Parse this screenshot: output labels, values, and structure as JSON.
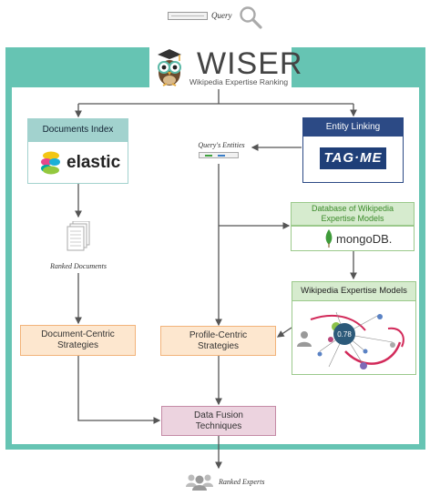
{
  "query": {
    "label": "Query"
  },
  "header": {
    "title": "WISER",
    "subtitle": "Wikipedia Expertise Ranking"
  },
  "documents_index": {
    "title": "Documents Index",
    "logo_text": "elastic"
  },
  "entity_linking": {
    "title": "Entity Linking",
    "logo_text": "TAG·ME"
  },
  "queries_entities": {
    "label": "Query's Entities"
  },
  "database": {
    "title": "Database of Wikipedia Expertise Models",
    "logo_text": "mongoDB."
  },
  "expertise_models": {
    "title": "Wikipedia Expertise Models",
    "center_value": "0.78"
  },
  "ranked_documents": {
    "label": "Ranked Documents"
  },
  "document_centric": {
    "label": "Document-Centric Strategies"
  },
  "profile_centric": {
    "label": "Profile-Centric Strategies"
  },
  "data_fusion": {
    "label": "Data Fusion Techniques"
  },
  "ranked_experts": {
    "label": "Ranked Experts"
  },
  "colors": {
    "frame": "#66c4b3",
    "docs_index_header": "#a2d2ce",
    "entity_header": "#2c4a85",
    "db_box": "#d6ebce",
    "db_text": "#3b8a2a",
    "strategy_box": "#fde7cf",
    "strategy_border": "#f2b37a",
    "fusion_box": "#ecd3df",
    "fusion_border": "#c48aa6"
  }
}
